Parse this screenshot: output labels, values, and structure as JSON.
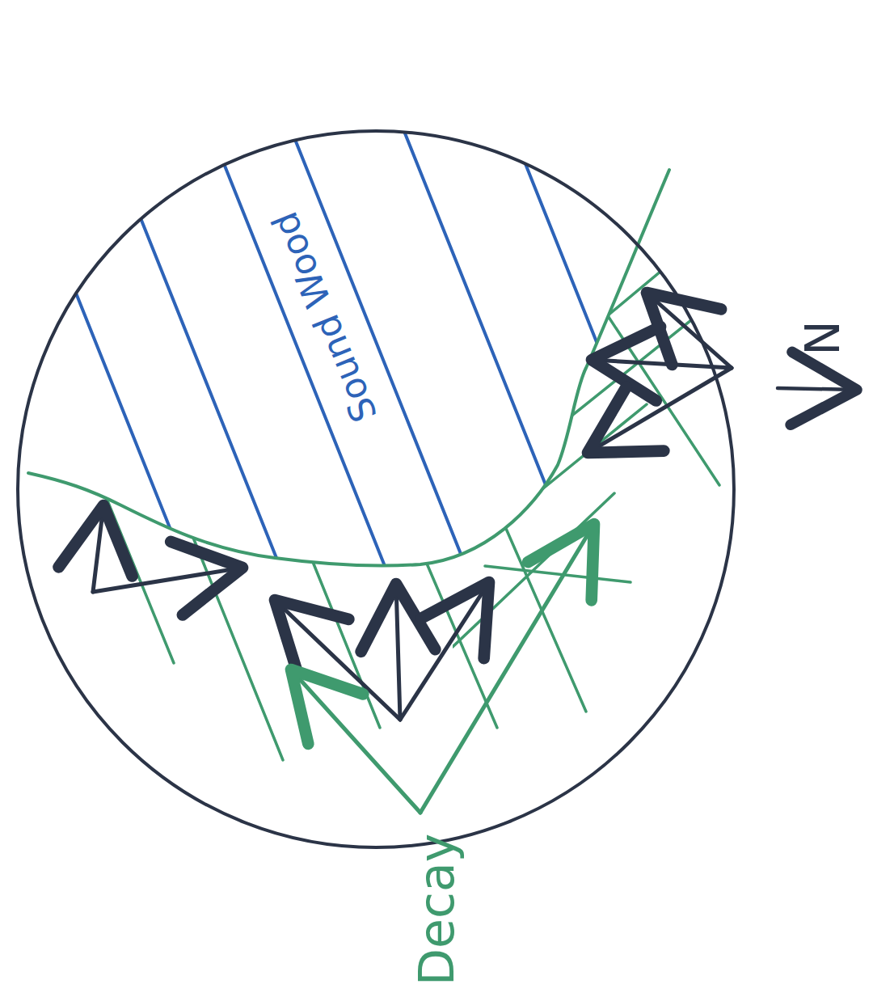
{
  "diagram": {
    "labels": [
      "Sound Wood",
      "Decay",
      "N"
    ]
  }
}
